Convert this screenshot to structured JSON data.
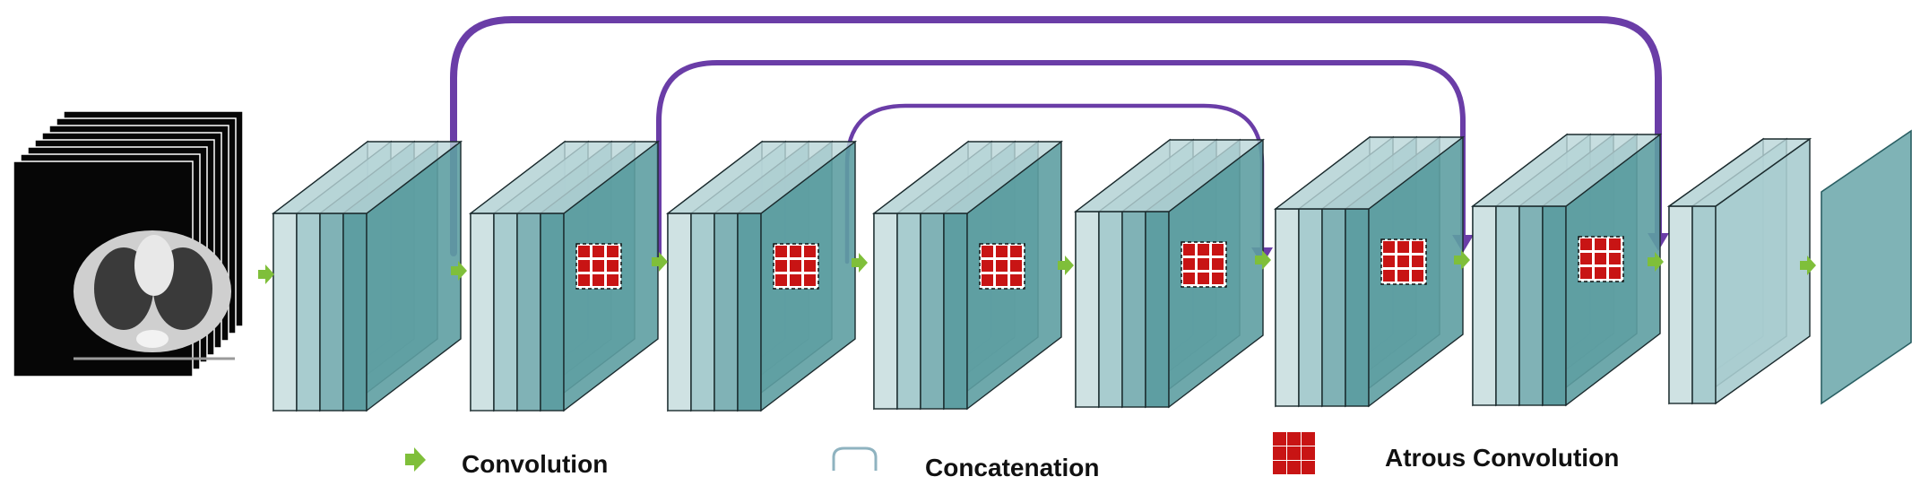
{
  "colors": {
    "plane_fill": "#c9dedf",
    "plane_dark": "#3f8a8e",
    "plane_stroke": "#1b2b2e",
    "skip_arrow": "#6a3da7",
    "conv_arrow": "#7fbf3a",
    "atrous_red": "#c81414",
    "atrous_black": "#111111",
    "concat_stroke": "#8fb3c0"
  },
  "input": {
    "icon": "ct-scan-stack"
  },
  "blocks": [
    {
      "icon": "feature-map-block",
      "atrous": false
    },
    {
      "icon": "feature-map-block",
      "atrous": true
    },
    {
      "icon": "feature-map-block",
      "atrous": true
    },
    {
      "icon": "feature-map-block",
      "atrous": true
    },
    {
      "icon": "feature-map-block",
      "atrous": true
    },
    {
      "icon": "feature-map-block",
      "atrous": true
    },
    {
      "icon": "feature-map-block",
      "atrous": true
    },
    {
      "icon": "feature-map-block",
      "atrous": false
    },
    {
      "icon": "output-map",
      "atrous": false
    }
  ],
  "skip_connections": [
    {
      "from_block": 1,
      "to_block": 7
    },
    {
      "from_block": 2,
      "to_block": 6
    },
    {
      "from_block": 3,
      "to_block": 5
    }
  ],
  "legend": {
    "convolution": {
      "label": "Convolution",
      "icon": "green-arrow-icon"
    },
    "concatenation": {
      "label": "Concatenation",
      "icon": "bracket-icon"
    },
    "atrous": {
      "label": "Atrous Convolution",
      "icon": "red-grid-icon"
    }
  }
}
